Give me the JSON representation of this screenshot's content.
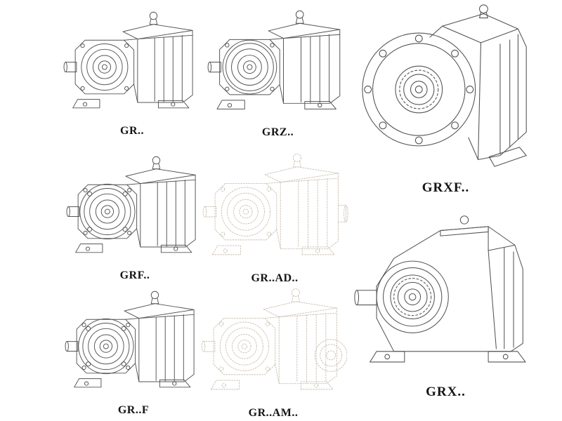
{
  "models": {
    "gr": {
      "label": "GR.."
    },
    "grz": {
      "label": "GRZ.."
    },
    "grxf": {
      "label": "GRXF.."
    },
    "grf": {
      "label": "GRF.."
    },
    "grad": {
      "label": "GR..AD.."
    },
    "grff": {
      "label": "GR..F"
    },
    "gram": {
      "label": "GR..AM.."
    },
    "grx": {
      "label": "GRX.."
    }
  },
  "colors": {
    "line": "#545454",
    "ghost_line": "#c9beb0",
    "label_text": "#141414",
    "background": "#ffffff"
  }
}
